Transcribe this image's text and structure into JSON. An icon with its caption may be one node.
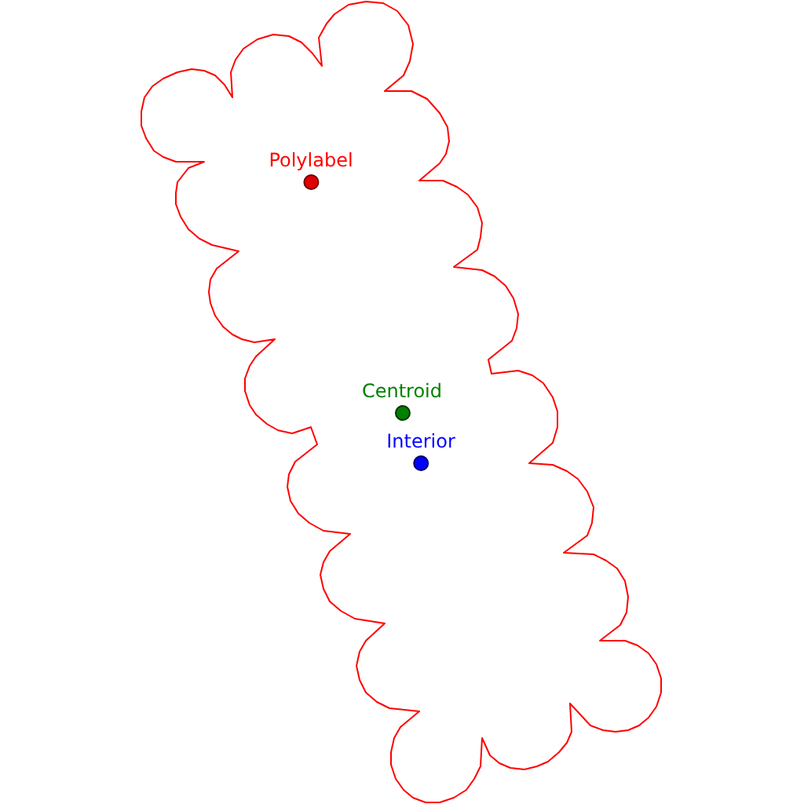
{
  "diagram": {
    "nodes": [
      {
        "text": [],
        "shape": "cloud"
      },
      {
        "text": [
          "Polylabel"
        ],
        "in": 0
      },
      {
        "text": [
          "Centroid"
        ],
        "in": 0
      },
      {
        "text": [
          "Interior"
        ],
        "in": 0
      }
    ]
  }
}
